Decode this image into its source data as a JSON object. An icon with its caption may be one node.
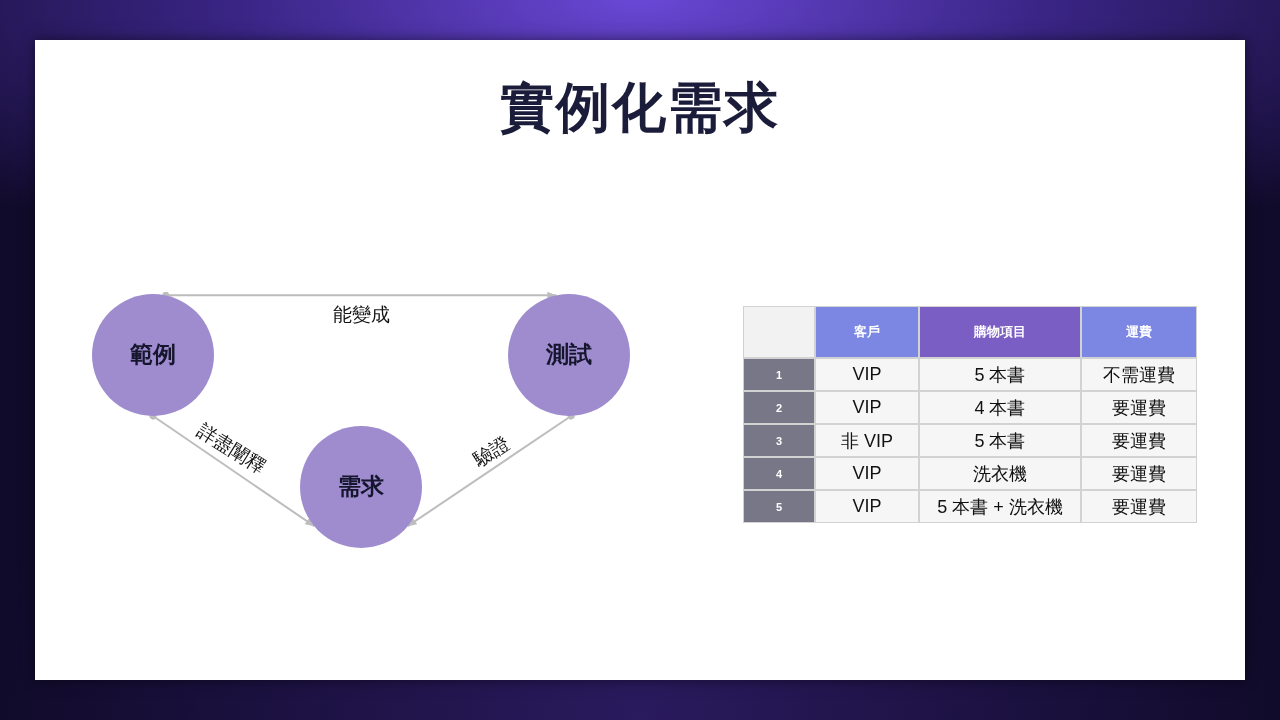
{
  "diagram": {
    "title": "實例化需求",
    "nodes": [
      {
        "text": [
          "範例"
        ]
      },
      {
        "text": [
          "測試"
        ]
      },
      {
        "text": [
          "需求"
        ]
      }
    ],
    "edges": [
      {
        "from": 0,
        "to": 1,
        "arrow": "to",
        "label": "能變成"
      },
      {
        "from": 0,
        "to": 2,
        "arrow": "to",
        "label": "詳盡闡釋"
      },
      {
        "from": 1,
        "to": 2,
        "arrow": "to",
        "label": "驗證"
      }
    ],
    "labels": [
      "客戶",
      "購物項目",
      "運費",
      "1",
      "VIP",
      "5 本書",
      "不需運費",
      "2",
      "VIP",
      "4 本書",
      "要運費",
      "3",
      "非 VIP",
      "5 本書",
      "要運費",
      "4",
      "VIP",
      "洗衣機",
      "要運費",
      "5",
      "VIP",
      "5 本書 + 洗衣機",
      "要運費"
    ]
  }
}
